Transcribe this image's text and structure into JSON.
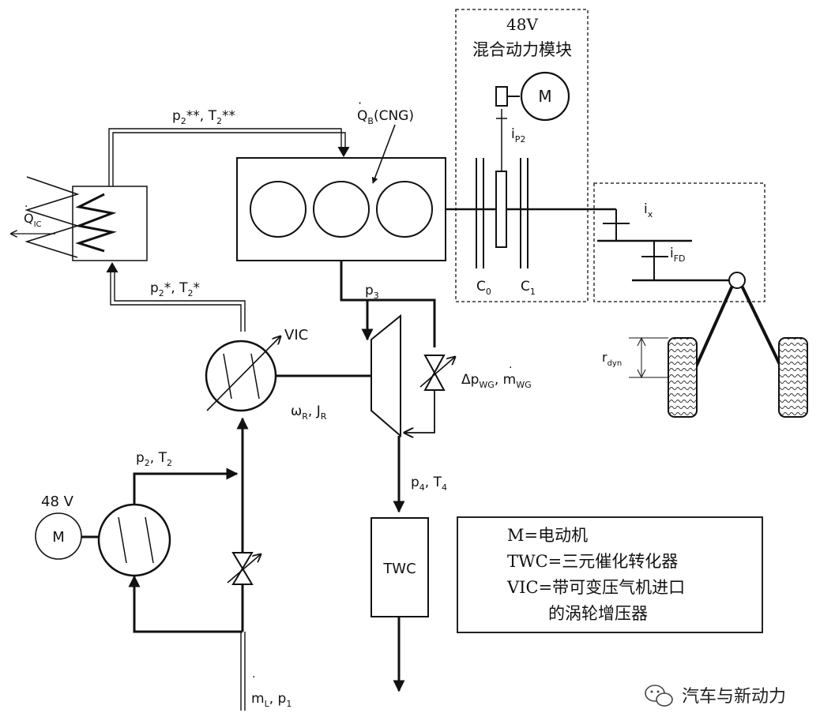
{
  "hybrid_module": {
    "voltage": "48V",
    "title": "混合动力模块"
  },
  "labels": {
    "motor_top": "M",
    "motor_left": "M",
    "motor_left_voltage": "48 V",
    "ip2": "i",
    "ip2_sub": "P2",
    "c0": "C",
    "c0_sub": "0",
    "c1": "C",
    "c1_sub": "1",
    "ix": "i",
    "ix_sub": "x",
    "ifd": "i",
    "ifd_sub": "FD",
    "rdyn": "r",
    "rdyn_sub": "dyn",
    "qb": "Q",
    "qb_sub": "B",
    "qb_suffix": "(CNG)",
    "qic": "Q",
    "qic_sub": "IC",
    "p2ss": "p",
    "p2ss_tail": "**, T",
    "p2ss_tail2": "**",
    "p2s": "p",
    "p2s_tail": "*, T",
    "p2s_tail2": "*",
    "p2": "p",
    "p2_tail": ", T",
    "p3": "p",
    "p3_sub": "3",
    "p4": "p",
    "p4_tail": ", T",
    "vic": "VIC",
    "omega": "ω",
    "omega_sub": "R",
    "j": ", J",
    "j_sub": "R",
    "dp": "Δp",
    "dp_sub": "WG",
    "mwg": ", m",
    "mwg_sub": "WG",
    "ml": "m",
    "ml_sub": "L",
    "p1": ", p",
    "p1_sub": "1",
    "twc": "TWC",
    "sub2": "2"
  },
  "legend": {
    "line1": "M=电动机",
    "line2": "TWC=三元催化转化器",
    "line3": "VIC=带可变压气机进口",
    "line4": "的涡轮增压器"
  },
  "watermark": {
    "text": "汽车与新动力",
    "icon": "wechat-icon"
  }
}
